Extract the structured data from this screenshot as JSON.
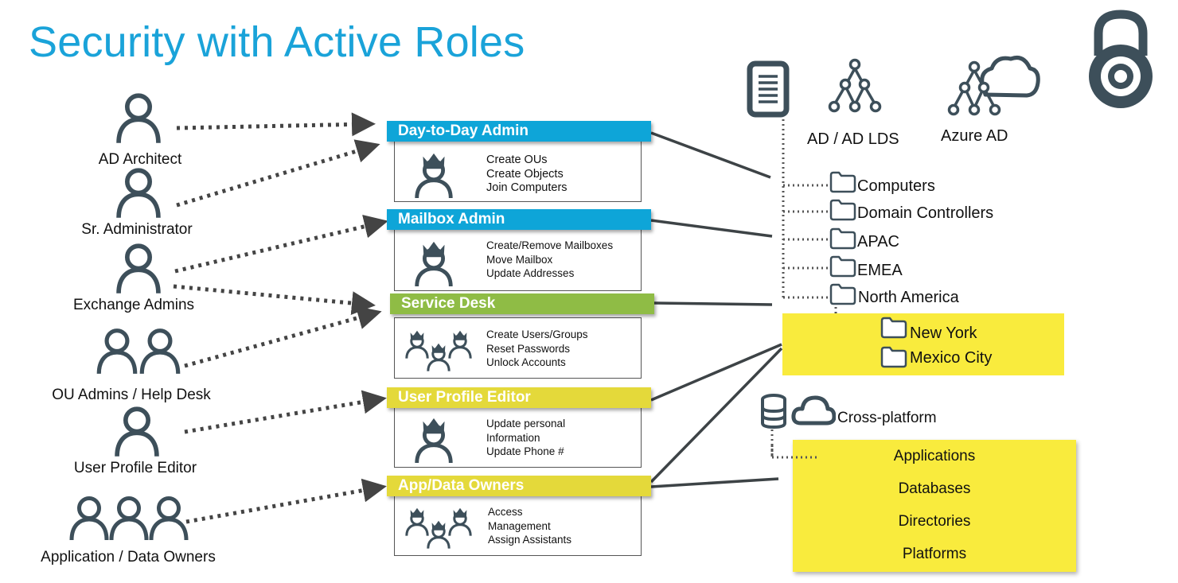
{
  "title": "Security with Active Roles",
  "people": [
    {
      "label": "AD Architect",
      "icon": "person-icon"
    },
    {
      "label": "Sr. Administrator",
      "icon": "person-icon"
    },
    {
      "label": "Exchange Admins",
      "icon": "person-icon"
    },
    {
      "label": "OU Admins  / Help Desk",
      "icon": "two-people-icon"
    },
    {
      "label": "User Profile Editor",
      "icon": "person-icon"
    },
    {
      "label": "Application / Data Owners",
      "icon": "three-people-icon"
    }
  ],
  "roles": [
    {
      "name": "Day-to-Day Admin",
      "color": "#0ea5d8",
      "icon": "crowned-user-icon",
      "lines": [
        "Create OUs",
        "Create Objects",
        "Join Computers"
      ]
    },
    {
      "name": "Mailbox Admin",
      "color": "#0ea5d8",
      "icon": "crowned-user-icon",
      "lines": [
        "Create/Remove Mailboxes",
        "Move Mailbox",
        "Update Addresses"
      ]
    },
    {
      "name": "Service Desk",
      "color": "#8fbc45",
      "icon": "crowned-group-icon",
      "lines": [
        "Create Users/Groups",
        "Reset Passwords",
        "Unlock Accounts"
      ]
    },
    {
      "name": "User Profile Editor",
      "color": "#e4d93a",
      "icon": "crowned-user-icon",
      "lines": [
        "Update personal",
        "Information",
        "Update Phone #"
      ]
    },
    {
      "name": "App/Data Owners",
      "color": "#e4d93a",
      "icon": "crowned-group-icon",
      "lines": [
        "Access",
        "Management",
        "Assign Assistants"
      ]
    }
  ],
  "directories": {
    "ad_label": "AD / AD LDS",
    "azure_label": "Azure AD",
    "icons": [
      "server-icon",
      "directory-tree-icon",
      "azure-cloud-tree-icon",
      "padlock-icon"
    ]
  },
  "ous": [
    "Computers",
    "Domain Controllers",
    "APAC",
    "EMEA",
    "North America"
  ],
  "sub_ous": [
    "New York",
    "Mexico City"
  ],
  "cross_platform": {
    "label": "Cross-platform",
    "items": [
      "Applications",
      "Databases",
      "Directories",
      "Platforms"
    ]
  },
  "colors": {
    "title": "#1aa3d9",
    "icon": "#3d4f5a",
    "highlight": "#f9eb3d",
    "blue": "#0ea5d8",
    "green": "#8fbc45",
    "yellow": "#e4d93a"
  }
}
